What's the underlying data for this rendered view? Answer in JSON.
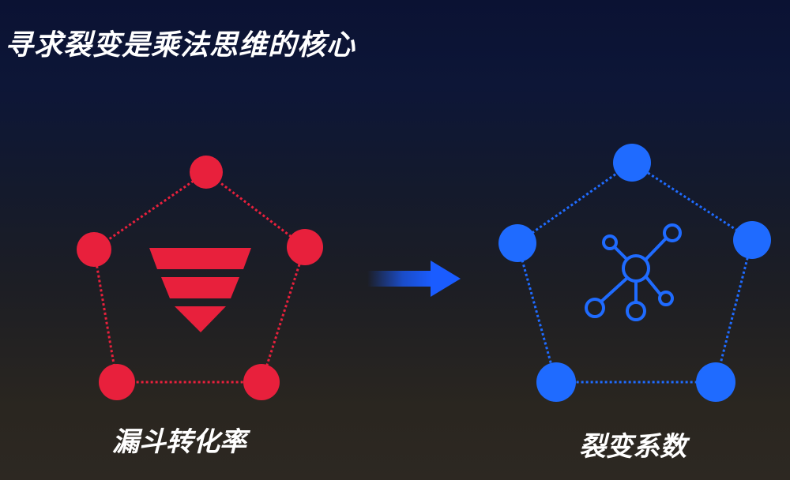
{
  "title": "寻求裂变是乘法思维的核心",
  "left_diagram": {
    "label": "漏斗转化率",
    "color": "#e8203c",
    "icon": "funnel-icon"
  },
  "right_diagram": {
    "label": "裂变系数",
    "color": "#1f6bff",
    "icon": "network-nodes-icon"
  },
  "arrow": {
    "icon": "right-arrow-icon",
    "color": "#1a5cff"
  }
}
